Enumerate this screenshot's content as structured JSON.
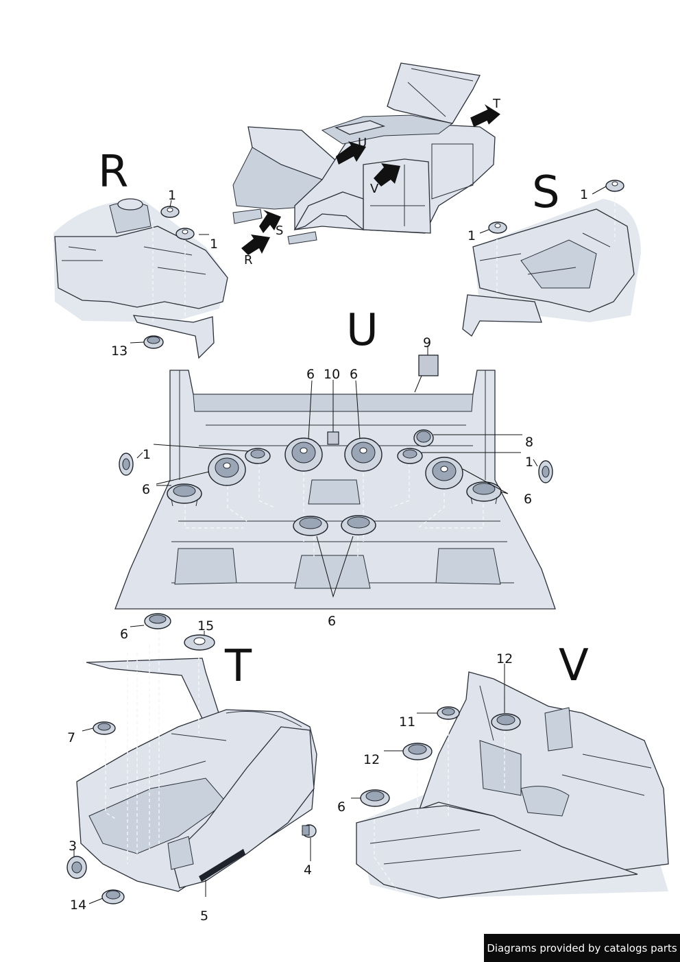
{
  "views": {
    "R": {
      "letter": "R"
    },
    "S": {
      "letter": "S"
    },
    "U": {
      "letter": "U"
    },
    "T": {
      "letter": "T"
    },
    "V": {
      "letter": "V"
    }
  },
  "arrows": {
    "T": "T",
    "U": "U",
    "V": "V",
    "S": "S",
    "R": "R"
  },
  "callouts": {
    "r_1a": "1",
    "r_1b": "1",
    "r_13": "13",
    "s_1a": "1",
    "s_1b": "1",
    "u_9": "9",
    "u_6a": "6",
    "u_10": "10",
    "u_6b": "6",
    "u_8": "8",
    "u_1l": "1",
    "u_1r": "1",
    "u_6l": "6",
    "u_6r": "6",
    "u_6bottom": "6",
    "t_6": "6",
    "t_15": "15",
    "t_7": "7",
    "t_3": "3",
    "t_4": "4",
    "t_14": "14",
    "t_5": "5",
    "v_12a": "12",
    "v_11": "11",
    "v_12b": "12",
    "v_6": "6"
  },
  "footer": {
    "credit": "Diagrams provided by catalogs parts"
  },
  "colors": {
    "body": "#dfe4ec",
    "shade": "#c9d1dd",
    "ink": "#1e232b",
    "credit_bg": "#0b0b0b"
  }
}
